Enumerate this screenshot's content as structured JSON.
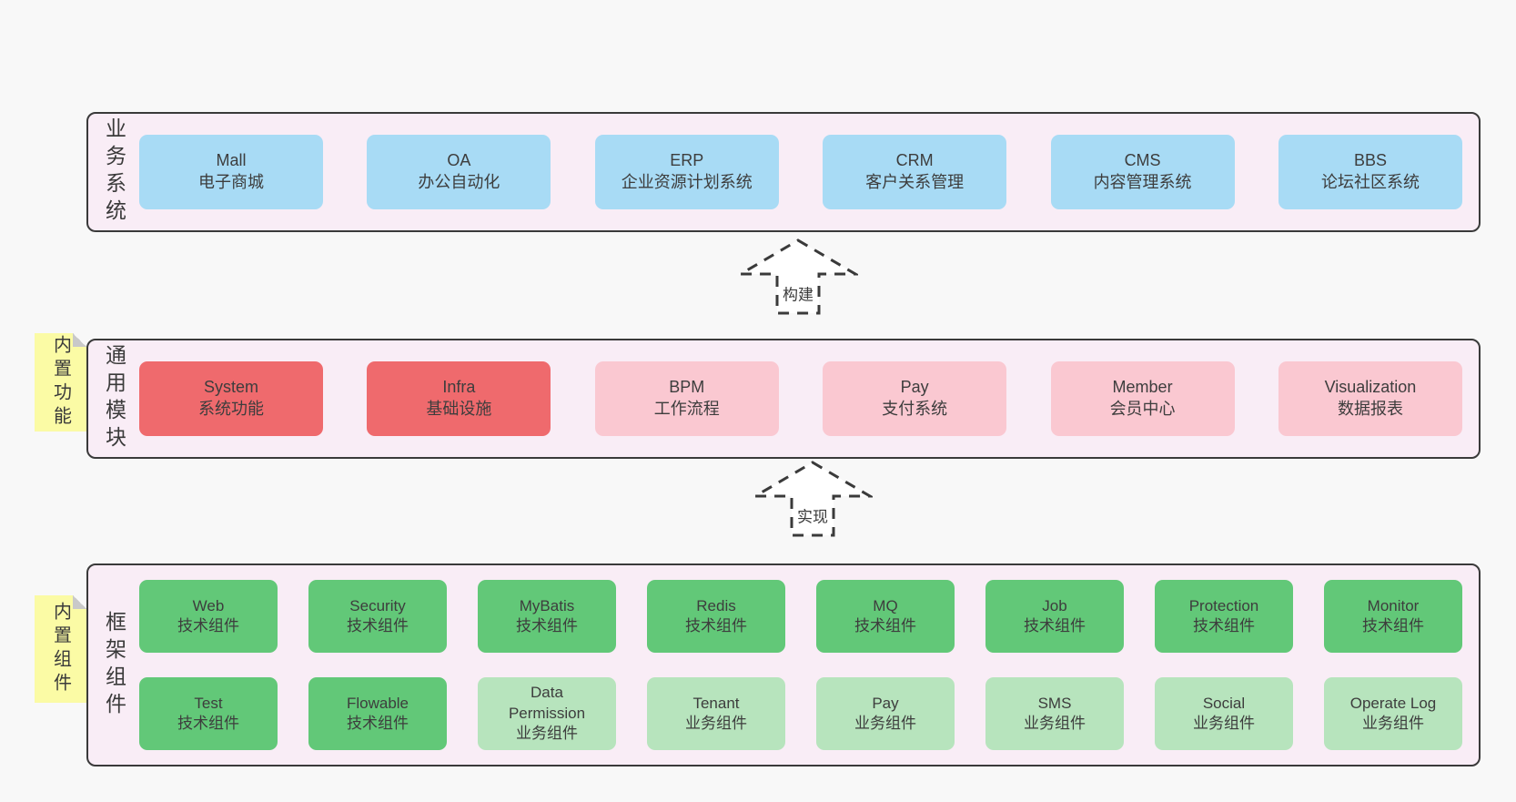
{
  "diagram": {
    "type": "layered-architecture",
    "background": "#f8f8f8"
  },
  "colors": {
    "layer_fill": "#f9edf6",
    "layer_border": "#3a3a3a",
    "text": "#3d3d3d",
    "blue_box": "#a8dbf5",
    "red_box": "#ef6a6d",
    "pink_box": "#fac8d1",
    "green_box": "#62c878",
    "light_green_box": "#b7e4bd",
    "sticky_yellow": "#fbfba5",
    "sticky_fold": "#c9c9c9",
    "arrow_fill": "#ffffff",
    "arrow_stroke": "#3a3a3a"
  },
  "arrows": [
    {
      "label": "构建"
    },
    {
      "label": "实现"
    }
  ],
  "layers": [
    {
      "label": "业务系统",
      "rows": [
        [
          {
            "title": "Mall",
            "subtitle": "电子商城",
            "variant": "blue"
          },
          {
            "title": "OA",
            "subtitle": "办公自动化",
            "variant": "blue"
          },
          {
            "title": "ERP",
            "subtitle": "企业资源计划系统",
            "variant": "blue"
          },
          {
            "title": "CRM",
            "subtitle": "客户关系管理",
            "variant": "blue"
          },
          {
            "title": "CMS",
            "subtitle": "内容管理系统",
            "variant": "blue"
          },
          {
            "title": "BBS",
            "subtitle": "论坛社区系统",
            "variant": "blue"
          }
        ]
      ]
    },
    {
      "label": "通用模块",
      "sticky": "内置功能",
      "rows": [
        [
          {
            "title": "System",
            "subtitle": "系统功能",
            "variant": "red"
          },
          {
            "title": "Infra",
            "subtitle": "基础设施",
            "variant": "red"
          },
          {
            "title": "BPM",
            "subtitle": "工作流程",
            "variant": "pink"
          },
          {
            "title": "Pay",
            "subtitle": "支付系统",
            "variant": "pink"
          },
          {
            "title": "Member",
            "subtitle": "会员中心",
            "variant": "pink"
          },
          {
            "title": "Visualization",
            "subtitle": "数据报表",
            "variant": "pink"
          }
        ]
      ]
    },
    {
      "label": "框架组件",
      "sticky": "内置组件",
      "rows": [
        [
          {
            "title": "Web",
            "subtitle": "技术组件",
            "variant": "green"
          },
          {
            "title": "Security",
            "subtitle": "技术组件",
            "variant": "green"
          },
          {
            "title": "MyBatis",
            "subtitle": "技术组件",
            "variant": "green"
          },
          {
            "title": "Redis",
            "subtitle": "技术组件",
            "variant": "green"
          },
          {
            "title": "MQ",
            "subtitle": "技术组件",
            "variant": "green"
          },
          {
            "title": "Job",
            "subtitle": "技术组件",
            "variant": "green"
          },
          {
            "title": "Protection",
            "subtitle": "技术组件",
            "variant": "green"
          },
          {
            "title": "Monitor",
            "subtitle": "技术组件",
            "variant": "green"
          }
        ],
        [
          {
            "title": "Test",
            "subtitle": "技术组件",
            "variant": "green"
          },
          {
            "title": "Flowable",
            "subtitle": "技术组件",
            "variant": "green"
          },
          {
            "title": "Data Permission",
            "subtitle": "业务组件",
            "variant": "lightgreen"
          },
          {
            "title": "Tenant",
            "subtitle": "业务组件",
            "variant": "lightgreen"
          },
          {
            "title": "Pay",
            "subtitle": "业务组件",
            "variant": "lightgreen"
          },
          {
            "title": "SMS",
            "subtitle": "业务组件",
            "variant": "lightgreen"
          },
          {
            "title": "Social",
            "subtitle": "业务组件",
            "variant": "lightgreen"
          },
          {
            "title": "Operate Log",
            "subtitle": "业务组件",
            "variant": "lightgreen"
          }
        ]
      ]
    }
  ]
}
